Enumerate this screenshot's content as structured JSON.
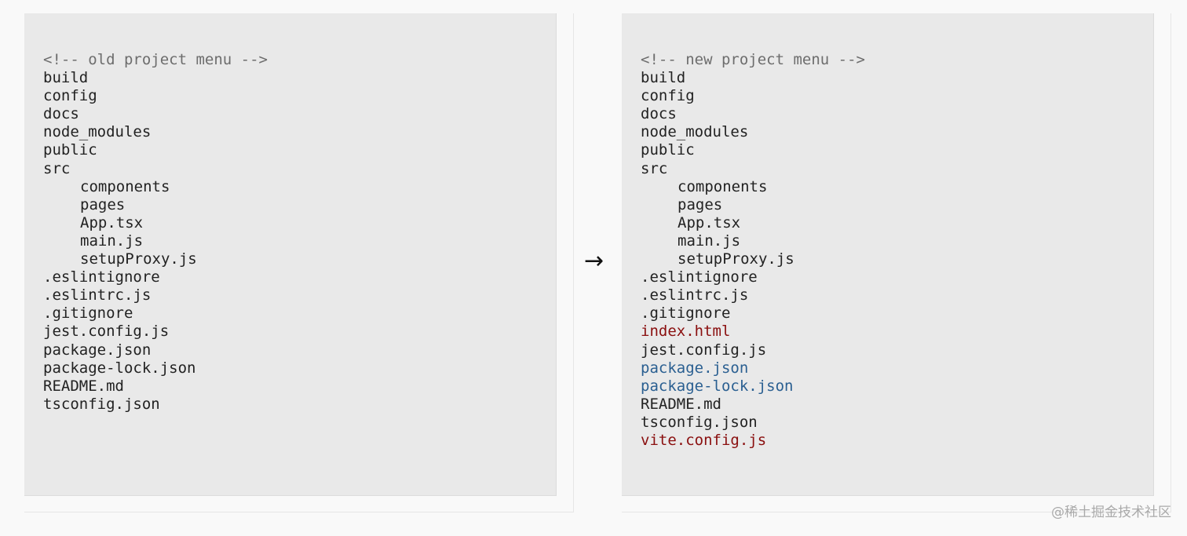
{
  "left_panel": {
    "lines": [
      {
        "text": "<!-- old project menu -->",
        "kind": "comment",
        "indent": 0
      },
      {
        "text": "build",
        "kind": "normal",
        "indent": 0
      },
      {
        "text": "config",
        "kind": "normal",
        "indent": 0
      },
      {
        "text": "docs",
        "kind": "normal",
        "indent": 0
      },
      {
        "text": "node_modules",
        "kind": "normal",
        "indent": 0
      },
      {
        "text": "public",
        "kind": "normal",
        "indent": 0
      },
      {
        "text": "src",
        "kind": "normal",
        "indent": 0
      },
      {
        "text": "components",
        "kind": "normal",
        "indent": 1
      },
      {
        "text": "pages",
        "kind": "normal",
        "indent": 1
      },
      {
        "text": "App.tsx",
        "kind": "normal",
        "indent": 1
      },
      {
        "text": "main.js",
        "kind": "normal",
        "indent": 1
      },
      {
        "text": "setupProxy.js",
        "kind": "normal",
        "indent": 1
      },
      {
        "text": ".eslintignore",
        "kind": "normal",
        "indent": 0
      },
      {
        "text": ".eslintrc.js",
        "kind": "normal",
        "indent": 0
      },
      {
        "text": ".gitignore",
        "kind": "normal",
        "indent": 0
      },
      {
        "text": "jest.config.js",
        "kind": "normal",
        "indent": 0
      },
      {
        "text": "package.json",
        "kind": "normal",
        "indent": 0
      },
      {
        "text": "package-lock.json",
        "kind": "normal",
        "indent": 0
      },
      {
        "text": "README.md",
        "kind": "normal",
        "indent": 0
      },
      {
        "text": "tsconfig.json",
        "kind": "normal",
        "indent": 0
      }
    ]
  },
  "arrow": {
    "glyph": "→"
  },
  "right_panel": {
    "lines": [
      {
        "text": "<!-- new project menu -->",
        "kind": "comment",
        "indent": 0
      },
      {
        "text": "build",
        "kind": "normal",
        "indent": 0
      },
      {
        "text": "config",
        "kind": "normal",
        "indent": 0
      },
      {
        "text": "docs",
        "kind": "normal",
        "indent": 0
      },
      {
        "text": "node_modules",
        "kind": "normal",
        "indent": 0
      },
      {
        "text": "public",
        "kind": "normal",
        "indent": 0
      },
      {
        "text": "src",
        "kind": "normal",
        "indent": 0
      },
      {
        "text": "components",
        "kind": "normal",
        "indent": 1
      },
      {
        "text": "pages",
        "kind": "normal",
        "indent": 1
      },
      {
        "text": "App.tsx",
        "kind": "normal",
        "indent": 1
      },
      {
        "text": "main.js",
        "kind": "normal",
        "indent": 1
      },
      {
        "text": "setupProxy.js",
        "kind": "normal",
        "indent": 1
      },
      {
        "text": ".eslintignore",
        "kind": "normal",
        "indent": 0
      },
      {
        "text": ".eslintrc.js",
        "kind": "normal",
        "indent": 0
      },
      {
        "text": ".gitignore",
        "kind": "normal",
        "indent": 0
      },
      {
        "text": "index.html",
        "kind": "added",
        "indent": 0
      },
      {
        "text": "jest.config.js",
        "kind": "normal",
        "indent": 0
      },
      {
        "text": "package.json",
        "kind": "modified",
        "indent": 0
      },
      {
        "text": "package-lock.json",
        "kind": "modified",
        "indent": 0
      },
      {
        "text": "README.md",
        "kind": "normal",
        "indent": 0
      },
      {
        "text": "tsconfig.json",
        "kind": "normal",
        "indent": 0
      },
      {
        "text": "vite.config.js",
        "kind": "added",
        "indent": 0
      }
    ]
  },
  "watermark": {
    "text": "@稀土掘金技术社区"
  },
  "colors": {
    "panel_background": "#e9e9e9",
    "text": "#222222",
    "comment": "#6d6d6d",
    "added": "#8a0f0f",
    "modified": "#2a5f91"
  }
}
